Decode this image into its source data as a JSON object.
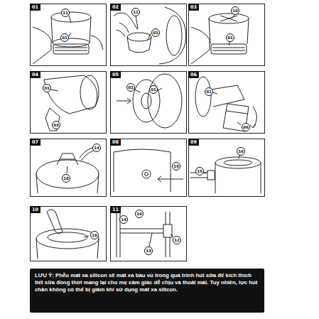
{
  "diagram": {
    "nodes": [
      {
        "text": [
          "01"
        ]
      },
      {
        "text": [
          "11"
        ],
        "in": 0
      },
      {
        "text": [
          "01"
        ],
        "in": 0
      },
      {
        "text": [
          "02"
        ]
      },
      {
        "text": [
          "11"
        ],
        "in": 3
      },
      {
        "text": [
          "01"
        ],
        "in": 3
      },
      {
        "text": [
          "03"
        ]
      },
      {
        "text": [
          "10"
        ],
        "in": 6
      },
      {
        "text": [
          "01"
        ],
        "in": 6
      },
      {
        "text": [
          "04"
        ]
      },
      {
        "text": [
          "01"
        ],
        "in": 9
      },
      {
        "text": [
          "03"
        ],
        "in": 9
      },
      {
        "text": [
          "05"
        ]
      },
      {
        "text": [
          "02"
        ],
        "in": 12
      },
      {
        "text": [
          "01"
        ],
        "in": 12
      },
      {
        "text": [
          "06"
        ]
      },
      {
        "text": [
          "01"
        ],
        "in": 15
      },
      {
        "text": [
          "06"
        ],
        "in": 15
      },
      {
        "text": [
          "07"
        ]
      },
      {
        "text": [
          "10"
        ],
        "in": 18
      },
      {
        "text": [
          "14"
        ],
        "in": 18
      },
      {
        "text": [
          "08"
        ]
      },
      {
        "text": [
          "14"
        ],
        "in": 21
      },
      {
        "text": [
          "09"
        ]
      },
      {
        "text": [
          "15"
        ],
        "in": 23
      },
      {
        "text": [
          "16"
        ],
        "in": 23
      },
      {
        "text": [
          "10"
        ]
      },
      {
        "text": [
          "16"
        ],
        "in": 26
      },
      {
        "text": [
          "11"
        ]
      },
      {
        "text": [
          "14"
        ],
        "in": 28
      },
      {
        "text": [
          "16"
        ],
        "in": 28
      },
      {
        "text": [
          "12"
        ],
        "in": 28
      },
      {
        "text": [
          "13"
        ],
        "in": 28
      },
      {
        "text": [
          "LƯU Ý: Phễu mát xa silicon sẽ mát xa bầu vú trong quá trình hút sữa để kích thích tiết sữa đồng thời mang lại cho mẹ cảm giác dễ chịu và thoải mái. Tuy nhiên, lực hút chân không có thể bị giảm khi sử dụng mát xa silicon."
        ]
      }
    ]
  }
}
